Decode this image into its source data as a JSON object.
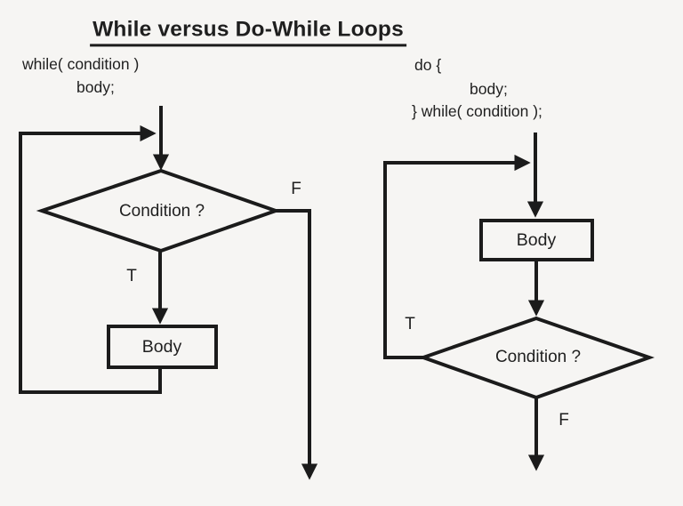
{
  "title": "While versus Do-While Loops",
  "colors": {
    "background": "#f6f5f3",
    "ink": "#1b1b1b"
  },
  "while_chart": {
    "code_line1": "while( condition )",
    "code_line2": "body;",
    "condition": "Condition ?",
    "body": "Body",
    "true_branch": "T",
    "false_branch": "F"
  },
  "dowhile_chart": {
    "code_line1": "do {",
    "code_line2": "body;",
    "code_line3": "} while( condition );",
    "condition": "Condition ?",
    "body": "Body",
    "true_branch": "T",
    "false_branch": "F"
  }
}
